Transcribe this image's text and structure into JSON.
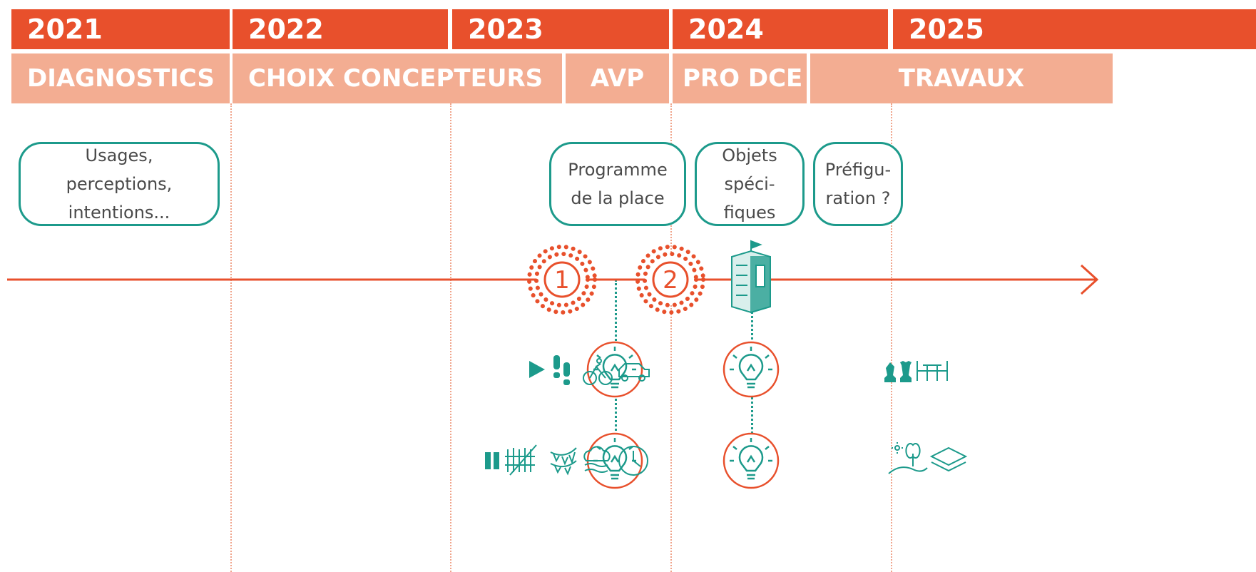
{
  "years": [
    "2021",
    "2022",
    "2023",
    "2024",
    "2025"
  ],
  "phases": [
    "DIAGNOSTICS",
    "CHOIX CONCEPTEURS",
    "AVP",
    "PRO DCE",
    "TRAVAUX"
  ],
  "boxes": [
    "Usages,\nperceptions,\nintentions...",
    "Programme\nde la place",
    "Objets\nspéci-\nfiques",
    "Préfigu-\nration ?"
  ],
  "milestones": [
    "1",
    "2"
  ],
  "icons": {
    "workshop_row_1": [
      "play-icon",
      "footprints-icon",
      "cyclist-icon",
      "car-icon"
    ],
    "workshop_row_2": [
      "pause-icon",
      "fence-icon",
      "bunting-icon",
      "weather-icon",
      "clock-icon"
    ],
    "workshop_row_3": [
      "chess-icon",
      "bench-icon"
    ],
    "workshop_row_4": [
      "sun-plant-icon",
      "layers-icon"
    ],
    "lightbulbs": [
      "lightbulb-icon",
      "lightbulb-icon",
      "lightbulb-icon",
      "lightbulb-icon"
    ],
    "kiosk": "kiosk-icon"
  },
  "colors": {
    "year_bar": "#e8502c",
    "phase_bar": "#f3ad92",
    "teal": "#1c9a8b",
    "timeline": "#e8502c"
  }
}
